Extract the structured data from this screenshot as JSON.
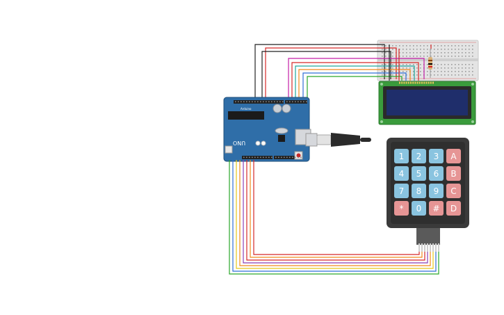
{
  "arduino": {
    "model_label": "UNO",
    "brand_label": "Arduino"
  },
  "keypad": {
    "rows": [
      [
        {
          "label": "1",
          "kind": "digit"
        },
        {
          "label": "2",
          "kind": "digit"
        },
        {
          "label": "3",
          "kind": "digit"
        },
        {
          "label": "A",
          "kind": "letter"
        }
      ],
      [
        {
          "label": "4",
          "kind": "digit"
        },
        {
          "label": "5",
          "kind": "digit"
        },
        {
          "label": "6",
          "kind": "digit"
        },
        {
          "label": "B",
          "kind": "letter"
        }
      ],
      [
        {
          "label": "7",
          "kind": "digit"
        },
        {
          "label": "8",
          "kind": "digit"
        },
        {
          "label": "9",
          "kind": "digit"
        },
        {
          "label": "C",
          "kind": "letter"
        }
      ],
      [
        {
          "label": "*",
          "kind": "symbol"
        },
        {
          "label": "0",
          "kind": "digit"
        },
        {
          "label": "#",
          "kind": "symbol"
        },
        {
          "label": "D",
          "kind": "letter"
        }
      ]
    ]
  },
  "colors": {
    "background": "#ffffff",
    "arduino_board": "#2f6ea8",
    "arduino_board_edge": "#1f4f7a",
    "lcd_pcb": "#3a9b3c",
    "lcd_screen": "#1f2e6b",
    "keypad_frame": "#3a3a3a",
    "key_digit": "#8ac4e0",
    "key_letter": "#e69595",
    "breadboard": "#e2e2e2",
    "usb_cable": "#2b2b2b",
    "wire_red": "#d62828",
    "wire_black": "#222222",
    "wire_magenta": "#c41fa8",
    "wire_purple": "#8a3fb3",
    "wire_orange": "#f08a1a",
    "wire_yellow": "#e6c81a",
    "wire_green": "#2aa62a",
    "wire_teal": "#1fa89c",
    "wire_blue": "#2f6fd6"
  }
}
